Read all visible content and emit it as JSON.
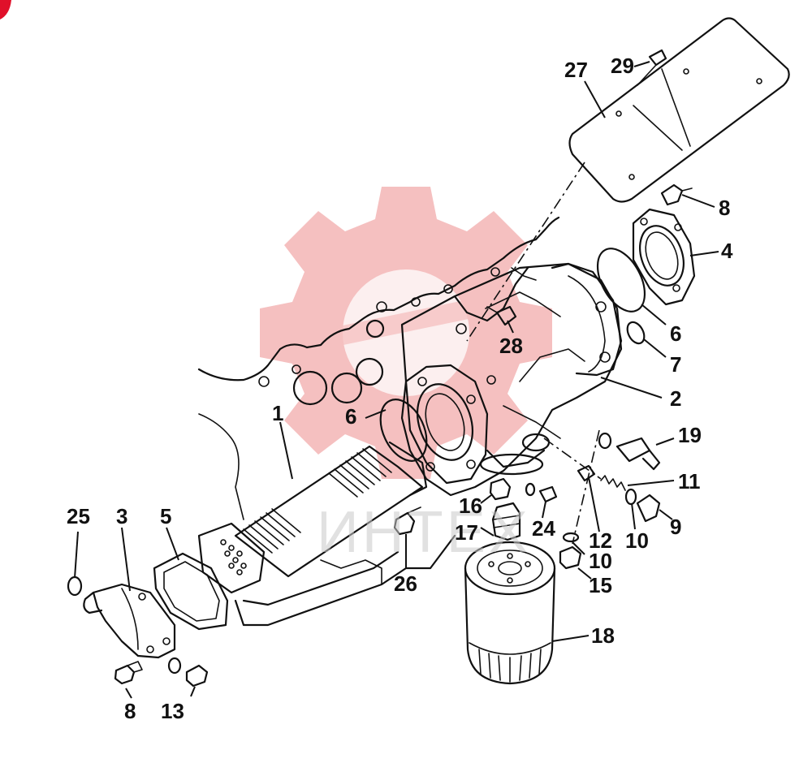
{
  "watermark": {
    "text": "ИНТЕХ",
    "gear_color": "#f4b6b6",
    "text_color": "#c9c9c9"
  },
  "corner_mark_color": "#e0102a",
  "line_color": "#111111",
  "parts": {
    "p1": "1",
    "p2": "2",
    "p3": "3",
    "p4": "4",
    "p5": "5",
    "p6a": "6",
    "p6b": "6",
    "p7": "7",
    "p8a": "8",
    "p8b": "8",
    "p9": "9",
    "p10a": "10",
    "p10b": "10",
    "p11": "11",
    "p12": "12",
    "p13": "13",
    "p15": "15",
    "p16": "16",
    "p17": "17",
    "p18": "18",
    "p19": "19",
    "p24": "24",
    "p25": "25",
    "p26": "26",
    "p27": "27",
    "p28": "28",
    "p29": "29"
  }
}
